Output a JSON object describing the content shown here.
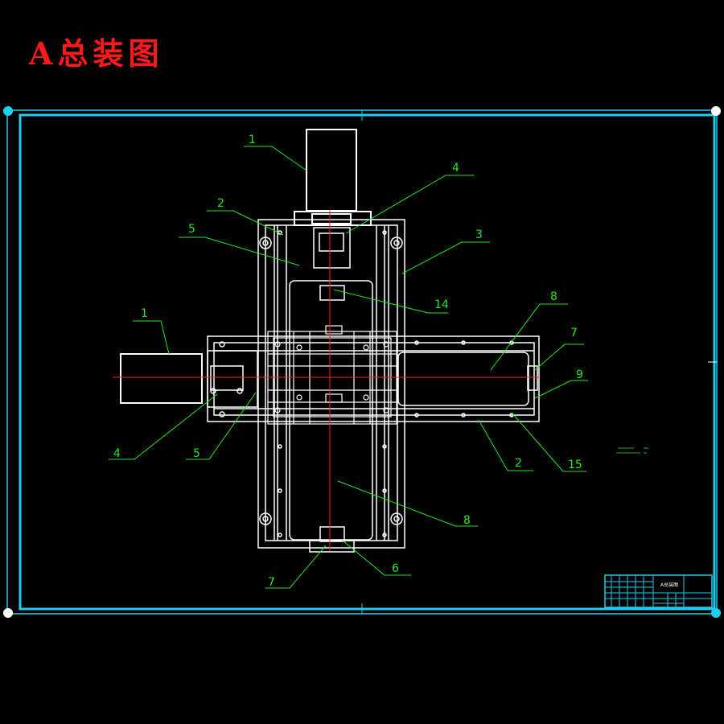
{
  "title": "A总装图",
  "colors": {
    "background": "#000000",
    "frame": "#22ccee",
    "parts": "#ffffff",
    "centerline": "#ff2020",
    "leaders": "#22e822",
    "title": "#ff1a1a"
  },
  "callouts": [
    {
      "id": "c1-top",
      "text": "1"
    },
    {
      "id": "c2-top",
      "text": "2"
    },
    {
      "id": "c4-top",
      "text": "4"
    },
    {
      "id": "c5-top",
      "text": "5"
    },
    {
      "id": "c3-right",
      "text": "3"
    },
    {
      "id": "c14",
      "text": "14"
    },
    {
      "id": "c1-left",
      "text": "1"
    },
    {
      "id": "c8-right",
      "text": "8"
    },
    {
      "id": "c7-right",
      "text": "7"
    },
    {
      "id": "c9",
      "text": "9"
    },
    {
      "id": "c4-bottom",
      "text": "4"
    },
    {
      "id": "c5-bottom",
      "text": "5"
    },
    {
      "id": "c2-bottom",
      "text": "2"
    },
    {
      "id": "c15",
      "text": "15"
    },
    {
      "id": "c8-bottom",
      "text": "8"
    },
    {
      "id": "c7-bottom",
      "text": "7"
    },
    {
      "id": "c6",
      "text": "6"
    }
  ],
  "title_block": {
    "drawing_name": "A总装图"
  }
}
